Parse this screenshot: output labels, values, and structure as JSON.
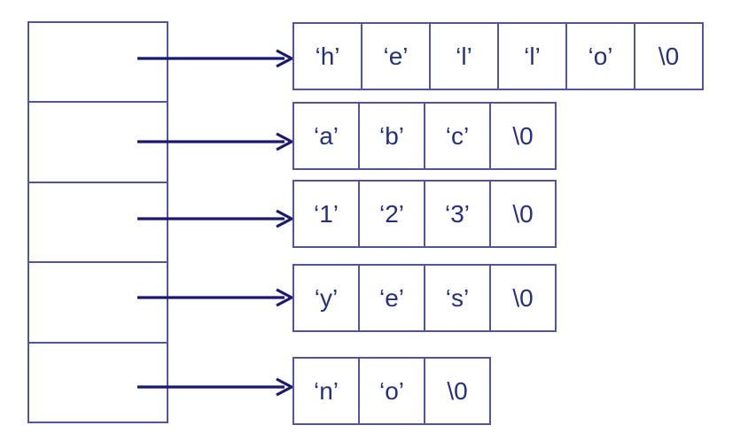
{
  "colors": {
    "border": "#54549d",
    "arrow": "#191970",
    "text": "#26307c"
  },
  "pointer_array": {
    "cell_count": 5
  },
  "strings": [
    {
      "cells": [
        "‘h’",
        "‘e’",
        "‘l’",
        "‘l’",
        "‘o’",
        "\\0"
      ]
    },
    {
      "cells": [
        "‘a’",
        "‘b’",
        "‘c’",
        "\\0"
      ]
    },
    {
      "cells": [
        "‘1’",
        "‘2’",
        "‘3’",
        "\\0"
      ]
    },
    {
      "cells": [
        "‘y’",
        "‘e’",
        "‘s’",
        "\\0"
      ]
    },
    {
      "cells": [
        "‘n’",
        "‘o’",
        "\\0"
      ]
    }
  ]
}
